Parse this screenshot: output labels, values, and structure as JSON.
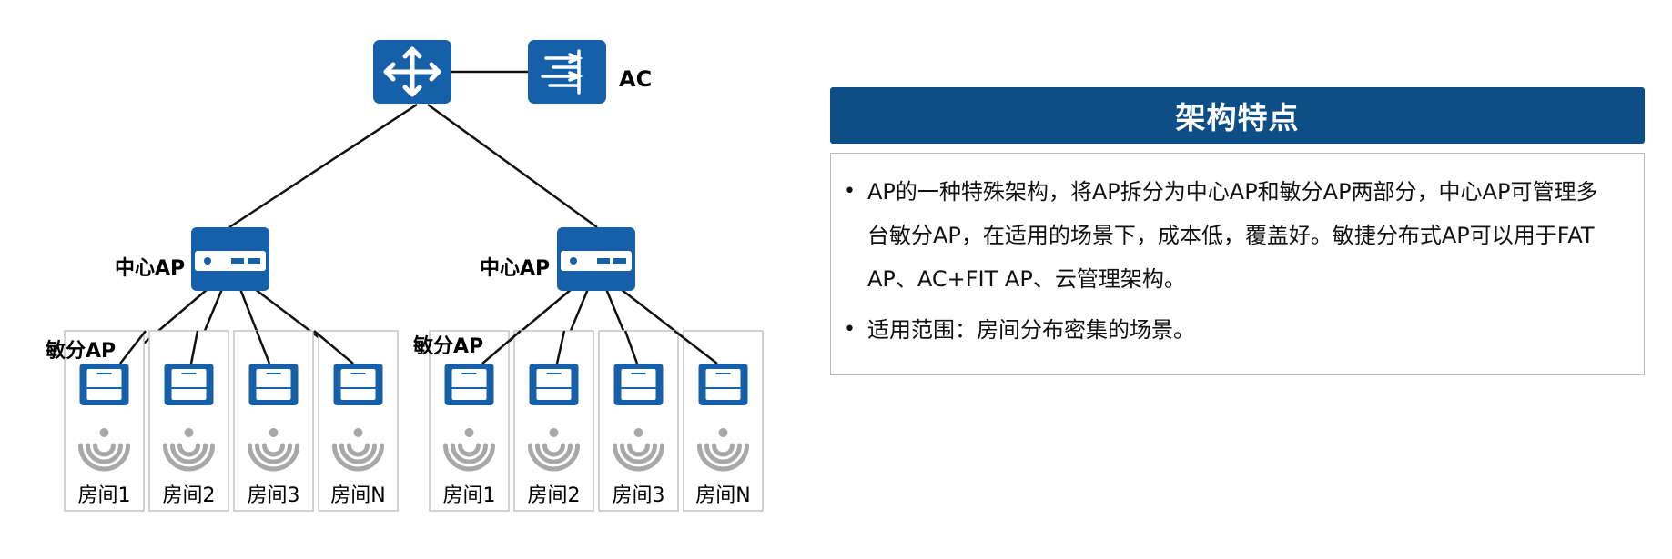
{
  "diagram": {
    "ac_label": "AC",
    "center_ap_label": "中心AP",
    "remote_ap_label": "敏分AP",
    "groups": [
      {
        "rooms": [
          "房间1",
          "房间2",
          "房间3",
          "房间N"
        ]
      },
      {
        "rooms": [
          "房间1",
          "房间2",
          "房间3",
          "房间N"
        ]
      }
    ],
    "colors": {
      "device": "#1560a8",
      "wifi": "#a8a8a8",
      "line": "#111111",
      "room_border": "#c4c4c4"
    }
  },
  "panel": {
    "title": "架构特点",
    "bullets": [
      "AP的一种特殊架构，将AP拆分为中心AP和敏分AP两部分，中心AP可管理多台敏分AP，在适用的场景下，成本低，覆盖好。敏捷分布式AP可以用于FAT AP、AC+FIT AP、云管理架构。",
      "适用范围：房间分布密集的场景。"
    ],
    "header_color": "#0e4e87"
  }
}
